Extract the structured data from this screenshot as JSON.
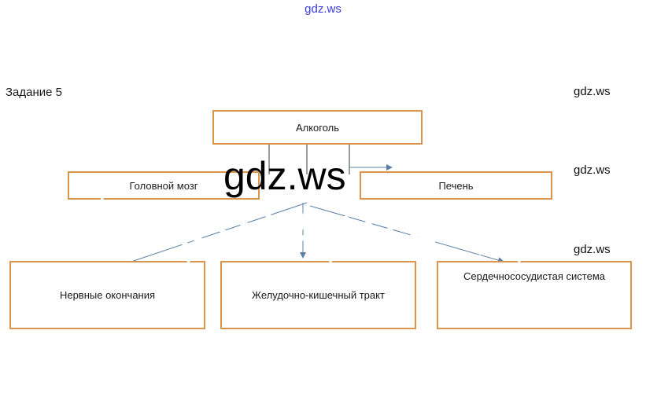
{
  "header": {
    "watermark_top": "gdz.ws",
    "task_label": "Задание 5"
  },
  "watermarks": {
    "side": [
      "gdz.ws",
      "gdz.ws",
      "gdz.ws"
    ],
    "big": "gdz.ws"
  },
  "diagram": {
    "root": "Алкоголь",
    "level2": [
      "Головной мозг",
      "Печень"
    ],
    "level3": [
      "Нервные окончания",
      "Желудочно-кишечный тракт",
      "Сердечнососудистая система"
    ]
  },
  "colors": {
    "box_border": "#d9954b",
    "connector": "#3a3a3a",
    "arrow": "#5b7fa6",
    "watermark_blue": "#3a3ad6"
  }
}
